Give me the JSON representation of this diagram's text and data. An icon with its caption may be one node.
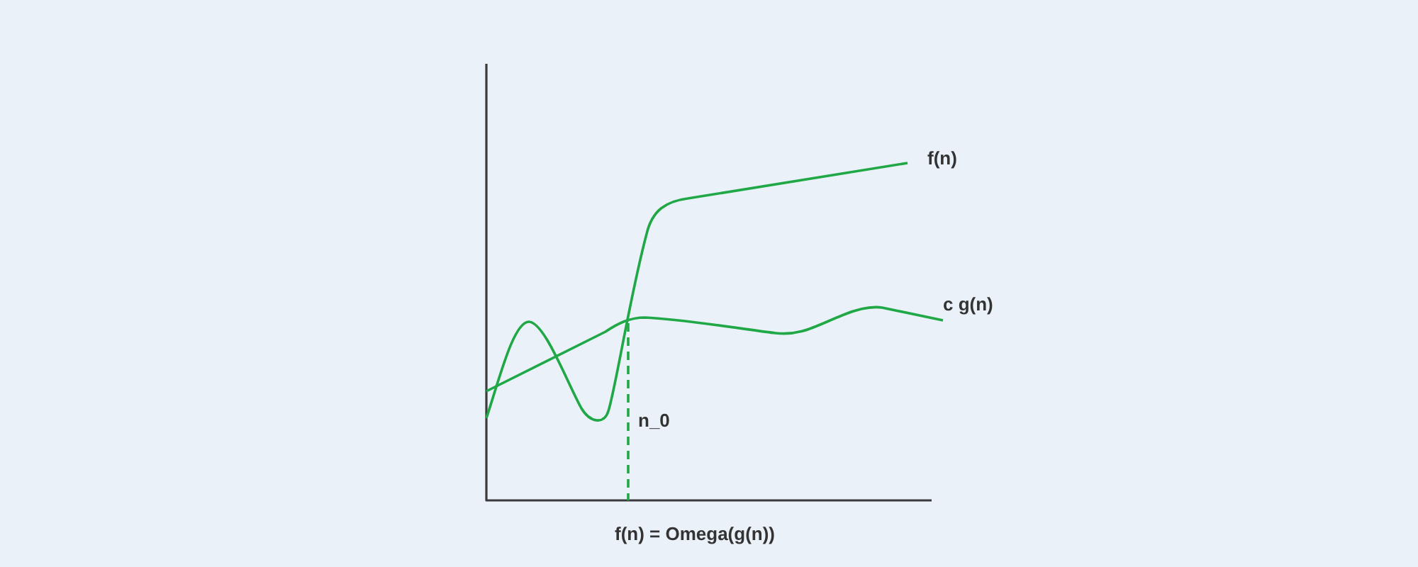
{
  "diagram": {
    "caption": "f(n) = Omega(g(n))",
    "labels": [
      "f(n)",
      "c g(n)",
      "n_0"
    ]
  }
}
